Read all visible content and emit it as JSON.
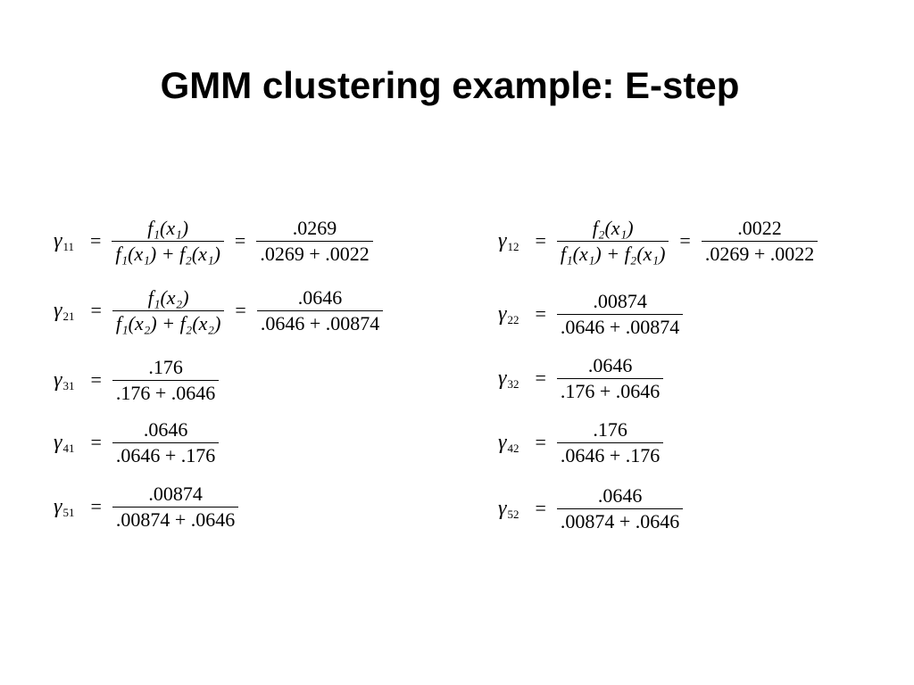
{
  "title": "GMM clustering example: E-step",
  "left_equations": [
    {
      "gamma": "γ",
      "sub": "11",
      "frac1_num": "f₁(x₁)",
      "frac1_den": "f₁(x₁) + f₂(x₁)",
      "frac2_num": ".0269",
      "frac2_den": ".0269 + .0022"
    },
    {
      "gamma": "γ",
      "sub": "21",
      "frac1_num": "f₁(x₂)",
      "frac1_den": "f₁(x₂) + f₂(x₂)",
      "frac2_num": ".0646",
      "frac2_den": ".0646 + .00874"
    },
    {
      "gamma": "γ",
      "sub": "31",
      "frac2_num": ".176",
      "frac2_den": ".176 + .0646"
    },
    {
      "gamma": "γ",
      "sub": "41",
      "frac2_num": ".0646",
      "frac2_den": ".0646 + .176"
    },
    {
      "gamma": "γ",
      "sub": "51",
      "frac2_num": ".00874",
      "frac2_den": ".00874 + .0646"
    }
  ],
  "right_equations": [
    {
      "gamma": "γ",
      "sub": "12",
      "frac1_num": "f₂(x₁)",
      "frac1_den": "f₁(x₁) + f₂(x₁)",
      "frac2_num": ".0022",
      "frac2_den": ".0269 + .0022"
    },
    {
      "gamma": "γ",
      "sub": "22",
      "frac2_num": ".00874",
      "frac2_den": ".0646 + .00874"
    },
    {
      "gamma": "γ",
      "sub": "32",
      "frac2_num": ".0646",
      "frac2_den": ".176 + .0646"
    },
    {
      "gamma": "γ",
      "sub": "42",
      "frac2_num": ".176",
      "frac2_den": ".0646 + .176"
    },
    {
      "gamma": "γ",
      "sub": "52",
      "frac2_num": ".0646",
      "frac2_den": ".00874 + .0646"
    }
  ],
  "equals_sign": "="
}
